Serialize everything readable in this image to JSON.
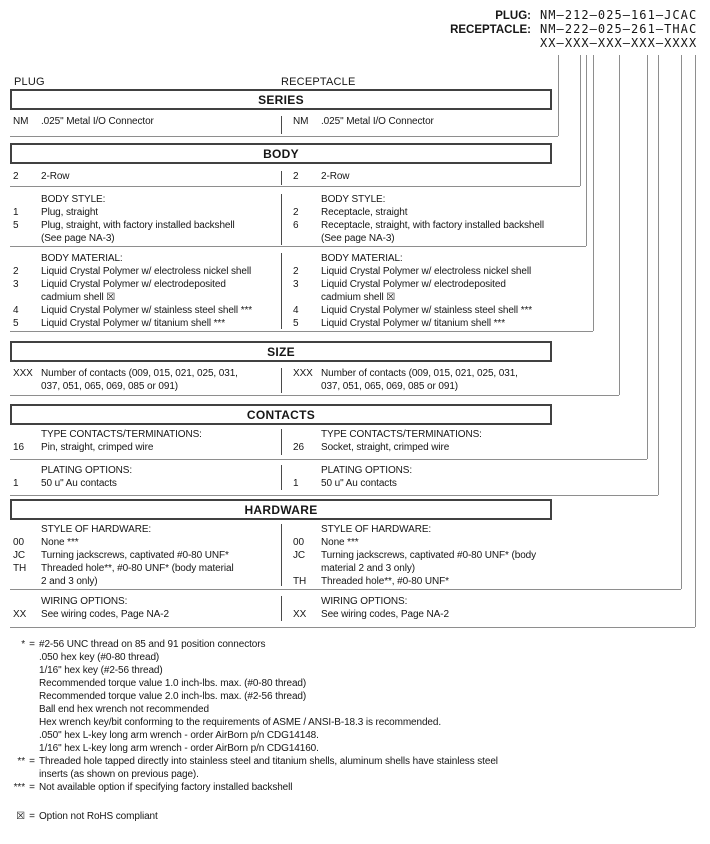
{
  "header": {
    "plug_label": "PLUG:",
    "plug_value": "NM–212–025–161–JCAC",
    "receptacle_label": "RECEPTACLE:",
    "receptacle_value": "NM–222–025–261–THAC",
    "mask_value": "XX–XXX–XXX–XXX–XXXX"
  },
  "columns": {
    "left_label": "PLUG",
    "right_label": "RECEPTACLE"
  },
  "sections": {
    "series": {
      "title": "SERIES",
      "left": {
        "code": "NM",
        "text": ".025\" Metal I/O Connector"
      },
      "right": {
        "code": "NM",
        "text": ".025\" Metal I/O Connector"
      }
    },
    "body": {
      "title": "BODY",
      "row": {
        "left": {
          "code": "2",
          "text": "2-Row"
        },
        "right": {
          "code": "2",
          "text": "2-Row"
        }
      },
      "style": {
        "heading": "BODY STYLE:",
        "left": [
          {
            "code": "1",
            "text": "Plug, straight"
          },
          {
            "code": "5",
            "text": "Plug, straight, with factory installed backshell\n(See page NA-3)"
          }
        ],
        "right": [
          {
            "code": "2",
            "text": "Receptacle, straight"
          },
          {
            "code": "6",
            "text": "Receptacle, straight, with factory installed backshell\n(See page NA-3)"
          }
        ]
      },
      "material": {
        "heading": "BODY MATERIAL:",
        "left": [
          {
            "code": "2",
            "text": "Liquid Crystal Polymer w/ electroless nickel shell"
          },
          {
            "code": "3",
            "text": "Liquid Crystal Polymer w/ electrodeposited\ncadmium shell ☒"
          },
          {
            "code": "4",
            "text": "Liquid Crystal Polymer w/ stainless steel shell ***"
          },
          {
            "code": "5",
            "text": "Liquid Crystal Polymer w/ titanium shell ***"
          }
        ],
        "right": [
          {
            "code": "2",
            "text": "Liquid Crystal Polymer w/ electroless nickel shell"
          },
          {
            "code": "3",
            "text": "Liquid Crystal Polymer w/ electrodeposited\ncadmium shell ☒"
          },
          {
            "code": "4",
            "text": "Liquid Crystal Polymer w/ stainless steel shell ***"
          },
          {
            "code": "5",
            "text": "Liquid Crystal Polymer w/ titanium shell ***"
          }
        ]
      }
    },
    "size": {
      "title": "SIZE",
      "left": {
        "code": "XXX",
        "text": "Number of contacts (009, 015, 021, 025, 031,\n037, 051, 065, 069, 085 or 091)"
      },
      "right": {
        "code": "XXX",
        "text": "Number of contacts (009, 015, 021, 025, 031,\n037, 051, 065, 069, 085 or 091)"
      }
    },
    "contacts": {
      "title": "CONTACTS",
      "type": {
        "heading": "TYPE CONTACTS/TERMINATIONS:",
        "left": {
          "code": "16",
          "text": "Pin, straight, crimped wire"
        },
        "right": {
          "code": "26",
          "text": "Socket, straight, crimped wire"
        }
      },
      "plating": {
        "heading": "PLATING OPTIONS:",
        "left": {
          "code": "1",
          "text": "50 u\" Au contacts"
        },
        "right": {
          "code": "1",
          "text": "50 u\" Au contacts"
        }
      }
    },
    "hardware": {
      "title": "HARDWARE",
      "style": {
        "heading": "STYLE OF HARDWARE:",
        "left": [
          {
            "code": "00",
            "text": "None ***"
          },
          {
            "code": "JC",
            "text": "Turning jackscrews, captivated #0-80 UNF*"
          },
          {
            "code": "TH",
            "text": "Threaded hole**, #0-80 UNF* (body material\n2 and 3 only)"
          }
        ],
        "right": [
          {
            "code": "00",
            "text": "None ***"
          },
          {
            "code": "JC",
            "text": "Turning jackscrews, captivated #0-80 UNF* (body\nmaterial 2 and 3 only)"
          },
          {
            "code": "TH",
            "text": "Threaded hole**, #0-80 UNF*"
          }
        ]
      },
      "wiring": {
        "heading": "WIRING OPTIONS:",
        "left": {
          "code": "XX",
          "text": "See wiring codes, Page NA-2"
        },
        "right": {
          "code": "XX",
          "text": "See wiring codes, Page NA-2"
        }
      }
    }
  },
  "footnotes": [
    {
      "marker": "*",
      "text": "#2-56 UNC thread on 85 and 91 position connectors\n.050 hex key (#0-80 thread)\n1/16\" hex key (#2-56 thread)\nRecommended torque value 1.0 inch-lbs. max. (#0-80 thread)\nRecommended torque value 2.0 inch-lbs. max. (#2-56 thread)\nBall end hex wrench not recommended\nHex wrench key/bit conforming to the requirements of ASME / ANSI-B-18.3 is recommended.\n.050\" hex L-key long arm wrench - order AirBorn p/n CDG14148.\n1/16\" hex L-key long arm wrench - order AirBorn p/n CDG14160."
    },
    {
      "marker": "**",
      "text": "Threaded hole tapped directly into stainless steel and titanium shells, aluminum shells have stainless steel\ninserts (as shown on previous page)."
    },
    {
      "marker": "***",
      "text": "Not available option if specifying factory installed backshell"
    },
    {
      "marker": "☒",
      "text": "Option not RoHS compliant"
    }
  ]
}
